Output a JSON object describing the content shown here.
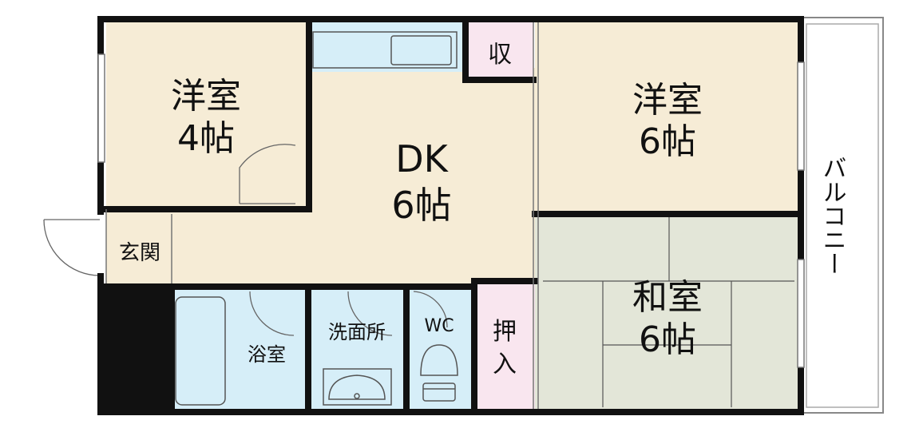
{
  "floorplan": {
    "rooms": {
      "western_small": {
        "name": "洋室",
        "size": "4帖"
      },
      "dining_kitchen": {
        "name": "DK",
        "size": "6帖"
      },
      "western_large": {
        "name": "洋室",
        "size": "6帖"
      },
      "japanese": {
        "name": "和室",
        "size": "6帖"
      },
      "storage": {
        "name": "収"
      },
      "closet": {
        "name_line1": "押",
        "name_line2": "入"
      },
      "entrance": {
        "name": "玄関"
      },
      "bath": {
        "name": "浴室"
      },
      "washroom": {
        "name": "洗面所"
      },
      "toilet": {
        "name": "WC"
      },
      "balcony": {
        "name": "バルコニー"
      }
    },
    "colors": {
      "floor_wood": "#f6ecd6",
      "floor_tatami": "#e3e6d8",
      "water_area": "#d6eef8",
      "storage_pink": "#f9e6ef",
      "wall": "#111111"
    }
  }
}
